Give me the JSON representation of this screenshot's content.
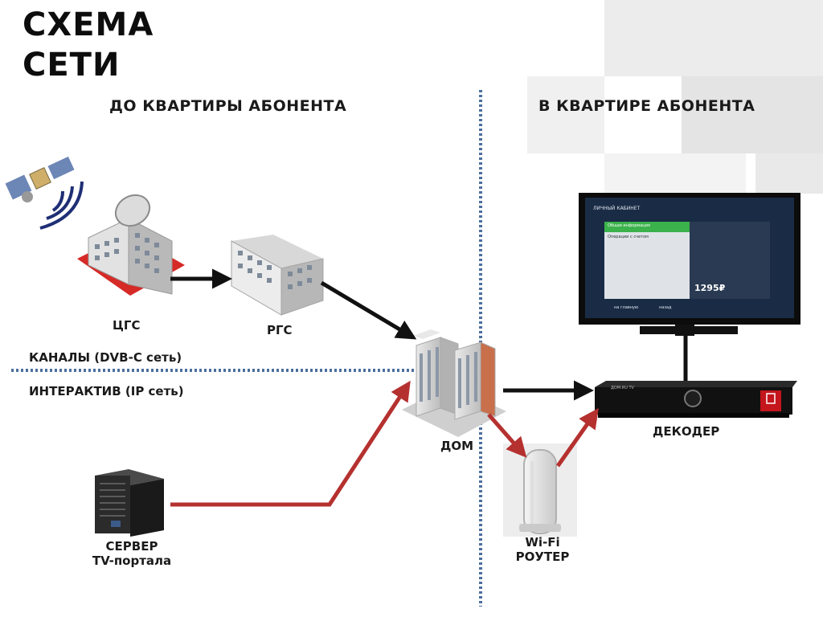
{
  "title": {
    "line1": "СХЕМА",
    "line2": "СЕТИ"
  },
  "sections": {
    "left": "ДО КВАРТИРЫ АБОНЕНТА",
    "right": "В КВАРТИРЕ АБОНЕНТА"
  },
  "layers": {
    "channels": "КАНАЛЫ (DVB-C сеть)",
    "interactive": "ИНТЕРАКТИВ (IP сеть)"
  },
  "nodes": {
    "cgs": "ЦГС",
    "rgs": "РГС",
    "home": "ДОМ",
    "decoder": "ДЕКОДЕР",
    "server_line1": "СЕРВЕР",
    "server_line2": "TV-портала",
    "router_line1": "Wi-Fi",
    "router_line2": "РОУТЕР"
  },
  "tv_screen": {
    "header": "ЛИЧНЫЙ КАБИНЕТ",
    "menu": [
      "Общая информация",
      "Операции с счетом"
    ],
    "price": "1295₽",
    "footer_left": "на главную",
    "footer_right": "назад"
  },
  "decoder_brand": "ДОМ.RU TV",
  "colors": {
    "channel_link": "#111111",
    "ip_link": "#b5312f",
    "divider": "#4b6f9e"
  }
}
